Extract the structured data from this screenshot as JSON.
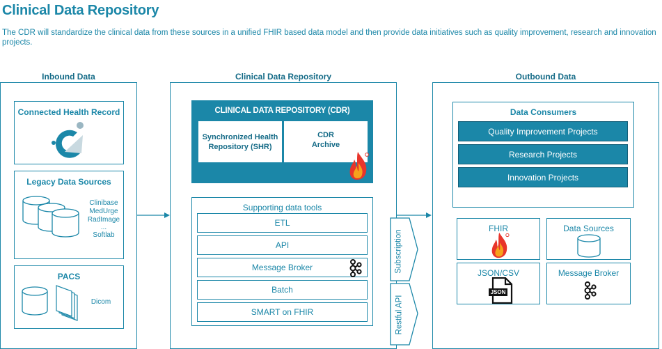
{
  "header": {
    "title": "Clinical Data Repository",
    "subtitle": "The CDR will standardize the clinical data from these sources in a unified FHIR based data model and then provide data initiatives such as quality improvement, research and innovation projects."
  },
  "inbound": {
    "label": "Inbound Data",
    "connected": {
      "title": "Connected Health Record",
      "icon": "connected-health-logo-icon"
    },
    "legacy": {
      "title": "Legacy Data Sources",
      "sources": [
        "Clinibase",
        "MedUrge",
        "RadImage",
        "...",
        "Softlab"
      ]
    },
    "pacs": {
      "title": "PACS",
      "caption": "Dicom"
    }
  },
  "cdr": {
    "label": "Clinical Data Repository",
    "header": "CLINICAL DATA REPOSITORY (CDR)",
    "shr": "Synchronized Health Repository (SHR)",
    "archive": "CDR Archive",
    "tools_title": "Supporting data tools",
    "tools": [
      "ETL",
      "API",
      "Message Broker",
      "Batch",
      "SMART on FHIR"
    ],
    "side": {
      "subscription": "Subscription",
      "restful": "Restful API"
    }
  },
  "outbound": {
    "label": "Outbound Data",
    "consumers_title": "Data Consumers",
    "consumers": [
      "Quality Improvement Projects",
      "Research Projects",
      "Innovation Projects"
    ],
    "formats": {
      "fhir": "FHIR",
      "data_sources": "Data Sources",
      "json_csv": "JSON/CSV",
      "json_badge": "JSON",
      "message_broker": "Message Broker"
    }
  },
  "colors": {
    "accent": "#1b87a8",
    "accent_dark": "#156b87",
    "flame_red": "#e8352b",
    "flame_orange": "#f6a21c"
  }
}
